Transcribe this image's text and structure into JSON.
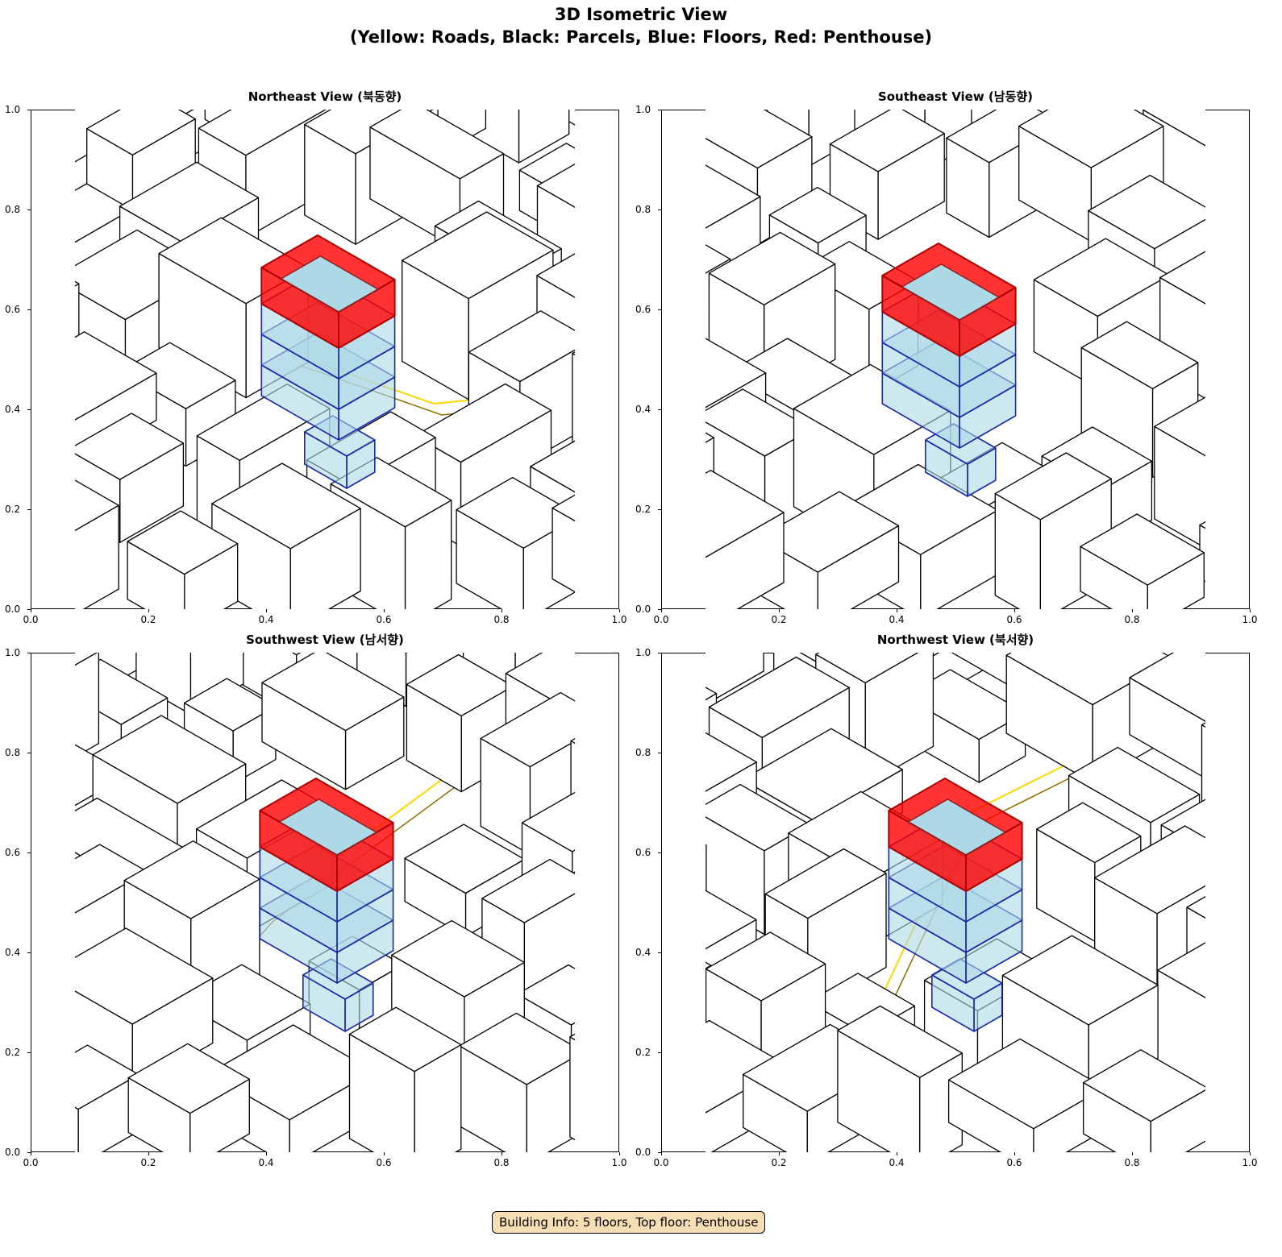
{
  "title_line1": "3D Isometric View",
  "title_line2": "(Yellow: Roads, Black: Parcels, Blue: Floors, Red: Penthouse)",
  "panels": [
    {
      "title": "Northeast View (북동향)"
    },
    {
      "title": "Southeast View (남동향)"
    },
    {
      "title": "Southwest View (남서향)"
    },
    {
      "title": "Northwest View (북서향)"
    }
  ],
  "x_ticks": [
    "0.0",
    "0.2",
    "0.4",
    "0.6",
    "0.8",
    "1.0"
  ],
  "y_ticks": [
    "0.0",
    "0.2",
    "0.4",
    "0.6",
    "0.8",
    "1.0"
  ],
  "info": "Building Info: 5 floors, Top floor: Penthouse",
  "building": {
    "floors": 5,
    "top_floor": "Penthouse"
  },
  "colors": {
    "roads": "#ffd700",
    "parcels": "#000000",
    "floors": "#add8e6",
    "floor_edges": "#1a2aa8",
    "penthouse": "#ff0000",
    "info_bg": "#f5deb3"
  }
}
